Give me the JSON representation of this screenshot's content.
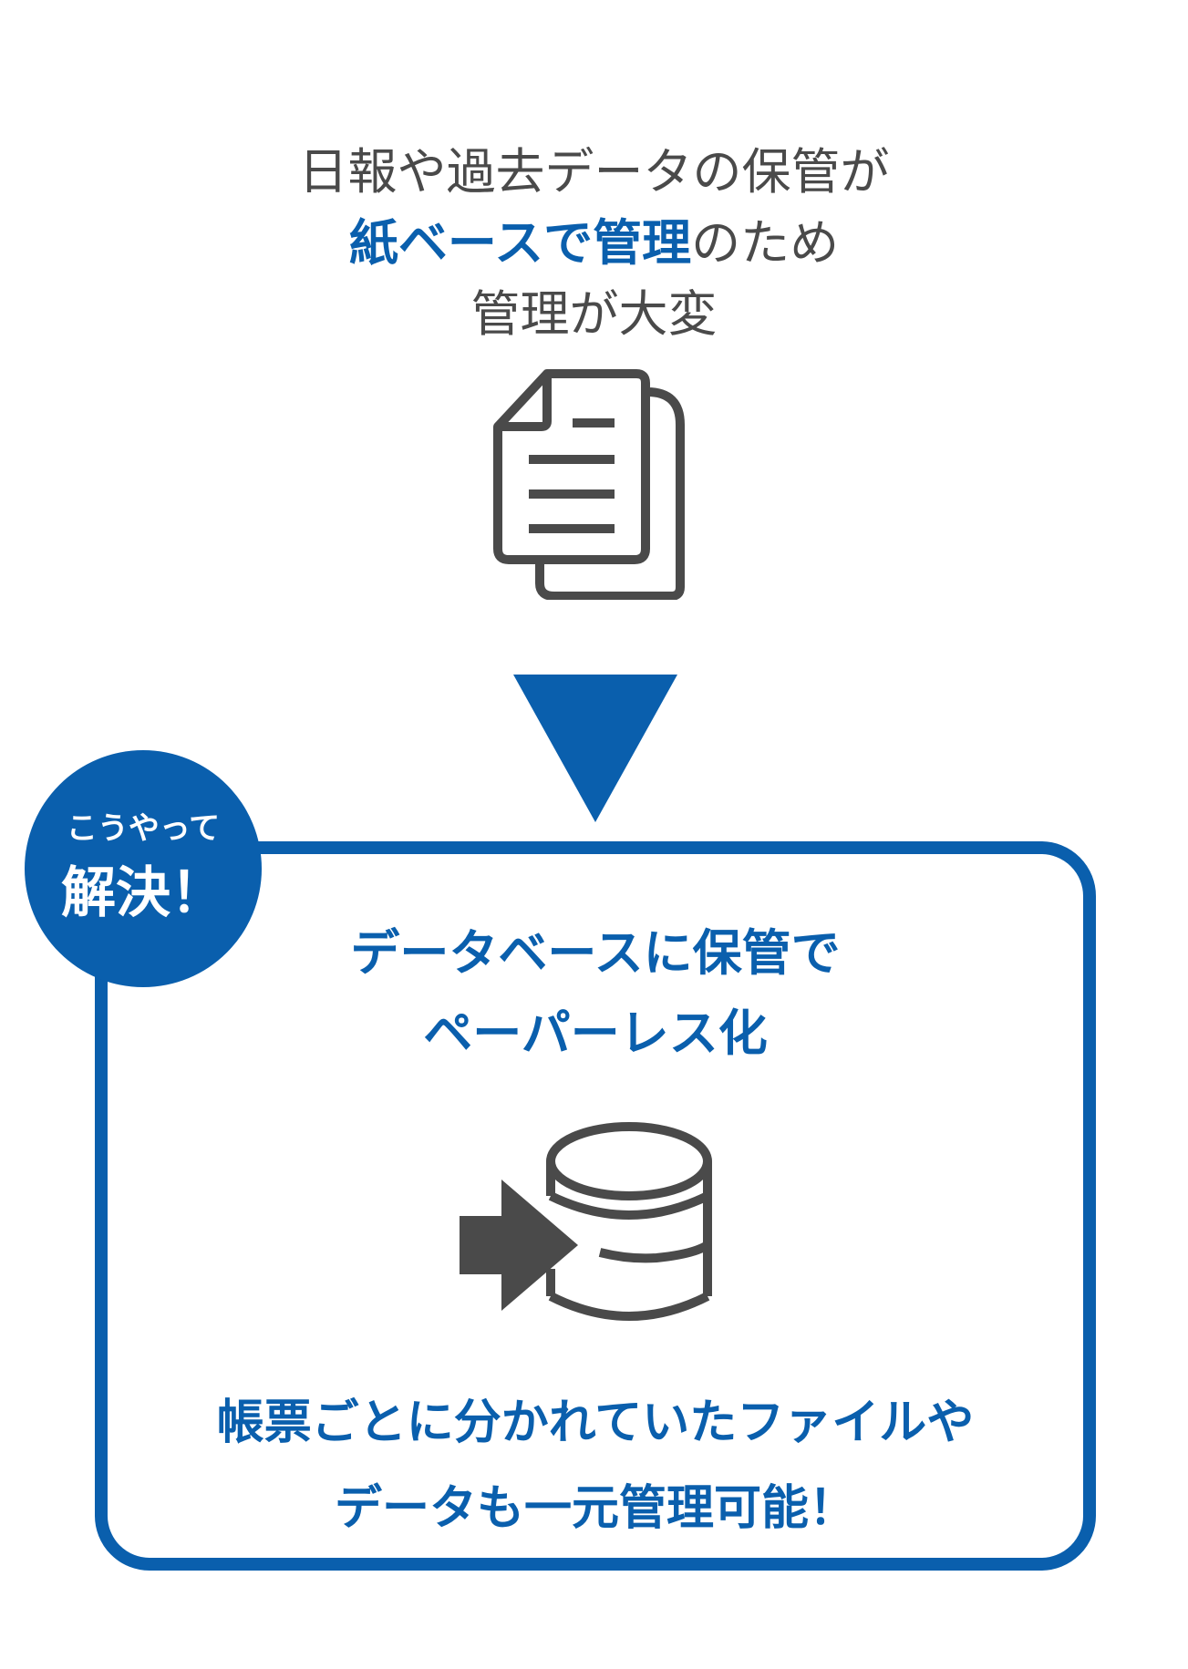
{
  "problem": {
    "line1": "日報や過去データの保管が",
    "line2_highlight": "紙ベースで管理",
    "line2_rest": "のため",
    "line3": "管理が大変"
  },
  "badge": {
    "top": "こうやって",
    "main": "解決！"
  },
  "solution": {
    "title_line1": "データベースに保管で",
    "title_line2": "ペーパーレス化",
    "desc_line1": "帳票ごとに分かれていたファイルや",
    "desc_line2": "データも一元管理可能！"
  },
  "icons": {
    "problem_icon": "documents-icon",
    "transition_icon": "down-triangle-arrow-icon",
    "solution_icon": "database-import-icon"
  },
  "colors": {
    "accent_blue": "#0a5fad",
    "icon_gray": "#4a4a4a",
    "text_gray": "#4a4a4a"
  }
}
